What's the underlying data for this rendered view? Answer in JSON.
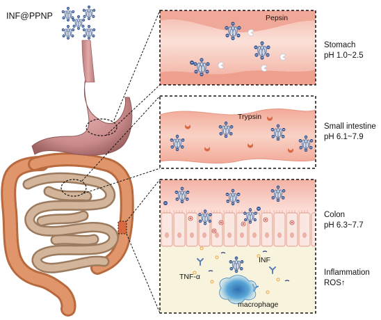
{
  "title": "INF@PPNP",
  "panels": [
    {
      "id": "stomach",
      "enzyme": "Pepsin",
      "region": "Stomach",
      "ph": "pH 1.0~2.5"
    },
    {
      "id": "small-intestine",
      "enzyme": "Trypsin",
      "region": "Small intestine",
      "ph": "pH 6.1~7.9"
    },
    {
      "id": "colon",
      "enzyme": "",
      "region": "Colon",
      "ph": "pH 6.3~7.7"
    }
  ],
  "inflammation": {
    "label": "Inflammation",
    "ros": "ROS↑"
  },
  "inner_labels": {
    "tnf": "TNF-α",
    "inf": "INF",
    "macrophage": "macrophage"
  },
  "colors": {
    "tissue_pink": "#f2b3a6",
    "tissue_light": "#fbe1da",
    "gut_tan": "#c9a88a",
    "colon_orange": "#d98a5c",
    "stomach": "#c98a8a",
    "cell_wall": "#f6c9c0",
    "macrophage": "#5aa8d8",
    "nanoparticle": "#6f84a8",
    "minus": "#2c4f8f",
    "plus": "#c0392b"
  }
}
